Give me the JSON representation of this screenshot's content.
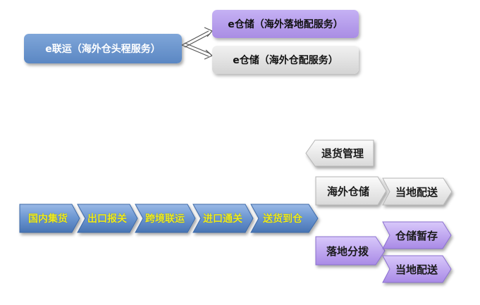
{
  "top": {
    "source": "e联运（海外仓头程服务）",
    "target_top": "e仓储（海外落地配服务）",
    "target_bottom": "e仓储（海外仓配服务）"
  },
  "flow": {
    "main_steps": [
      "国内集货",
      "出口报关",
      "跨境联运",
      "进口通关",
      "送货到仓"
    ],
    "returns": "退货管理",
    "overseas_warehouse": "海外仓储",
    "local_delivery_1": "当地配送",
    "landing_split": "落地分拨",
    "temp_storage": "仓储暂存",
    "local_delivery_2": "当地配送"
  },
  "colors": {
    "blue": "#5b87c3",
    "purple": "#b69cec",
    "gray": "#e3e3e3",
    "yellow_text": "#f1ec1c"
  }
}
